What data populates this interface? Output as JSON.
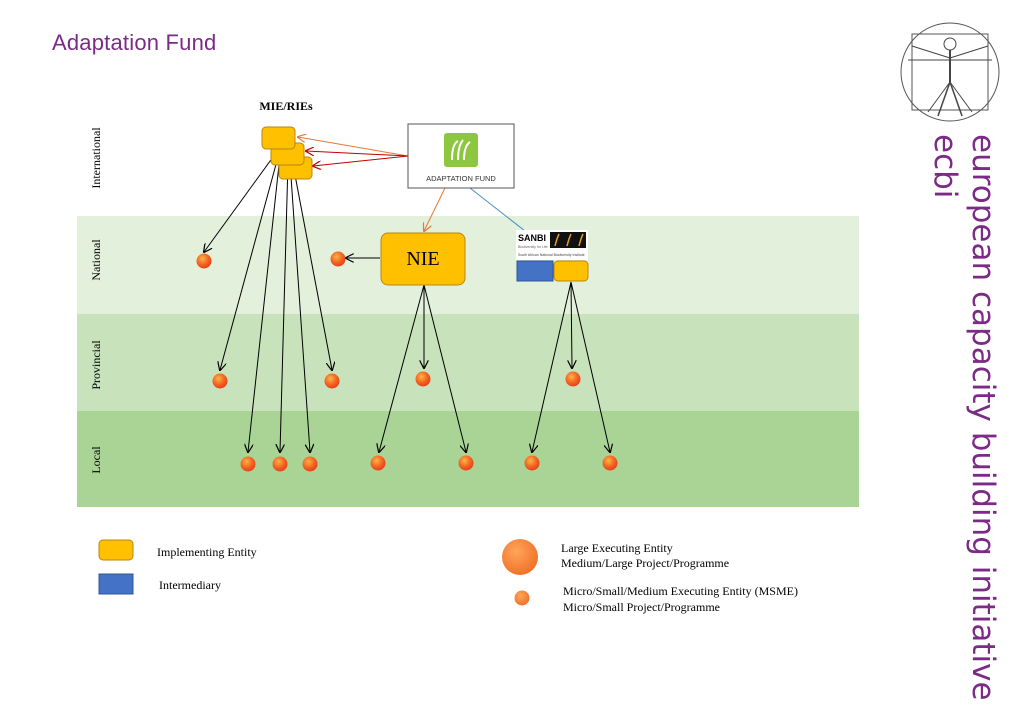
{
  "header": {
    "title": "Adaptation Fund"
  },
  "brand": {
    "line1": "european capacity building initiative",
    "line2": "ecbi"
  },
  "diagram": {
    "heading": "MIE/RIEs",
    "levels": {
      "international": "International",
      "national": "National",
      "provincial": "Provincial",
      "local": "Local"
    },
    "fund_label": "ADAPTATION FUND",
    "nie_label": "NIE",
    "sanbi": {
      "name": "SANBI",
      "tagline": "Biodiversity for Life",
      "subtitle": "South African National Biodiversity Institute"
    }
  },
  "legend": {
    "implementing": "Implementing Entity",
    "intermediary": "Intermediary",
    "large_line1": "Large Executing Entity",
    "large_line2": "Medium/Large Project/Programme",
    "msme_line1": "Micro/Small/Medium Executing Entity (MSME)",
    "msme_line2": "Micro/Small Project/Programme"
  },
  "colors": {
    "brand": "#7b2a86",
    "implementing_fill": "#ffc000",
    "intermediary_fill": "#4472c4",
    "band_national": "#e3f0dc",
    "band_provincial": "#c8e3bb",
    "band_local": "#a9d496",
    "fund_green": "#8dc63f"
  }
}
